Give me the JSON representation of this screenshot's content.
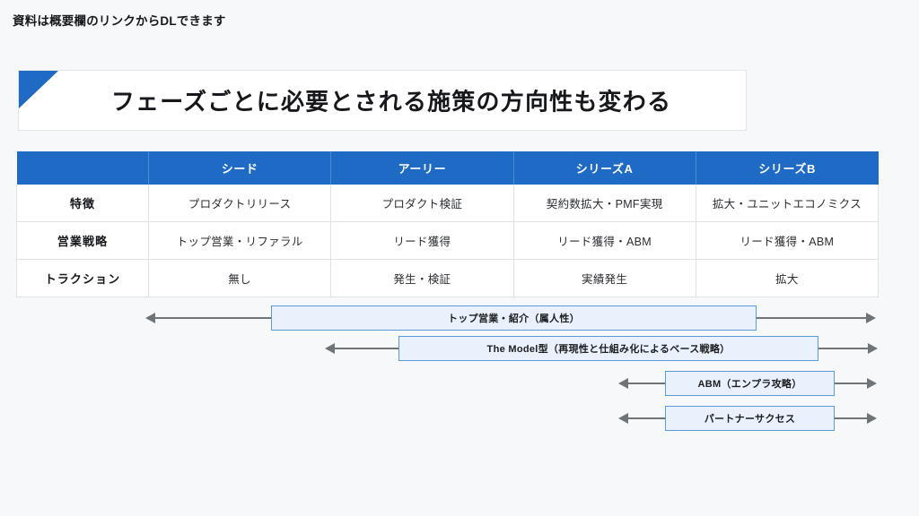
{
  "caption": "資料は概要欄のリンクからDLできます",
  "title": {
    "text": "フェーズごとに必要とされる施策の方向性も変わる",
    "accent_color": "#1f6ac4"
  },
  "table": {
    "header_bg": "#1f6ac4",
    "columns": [
      "",
      "シード",
      "アーリー",
      "シリーズA",
      "シリーズB"
    ],
    "rows": [
      {
        "label": "特徴",
        "cells": [
          "プロダクトリリース",
          "プロダクト検証",
          "契約数拡大・PMF実現",
          "拡大・ユニットエコノミクス"
        ]
      },
      {
        "label": "営業戦略",
        "cells": [
          "トップ営業・リファラル",
          "リード獲得",
          "リード獲得・ABM",
          "リード獲得・ABM"
        ]
      },
      {
        "label": "トラクション",
        "cells": [
          "無し",
          "発生・検証",
          "実績発生",
          "拡大"
        ]
      }
    ]
  },
  "bars": {
    "fill_color": "#e9f2fc",
    "border_color": "#5b9bd5",
    "arrow_color": "#6f7478",
    "items": [
      {
        "label": "トップ営業・紹介（属人性）"
      },
      {
        "label": "The Model型（再現性と仕組み化によるベース戦略）"
      },
      {
        "label": "ABM（エンプラ攻略）"
      },
      {
        "label": "パートナーサクセス"
      }
    ]
  }
}
